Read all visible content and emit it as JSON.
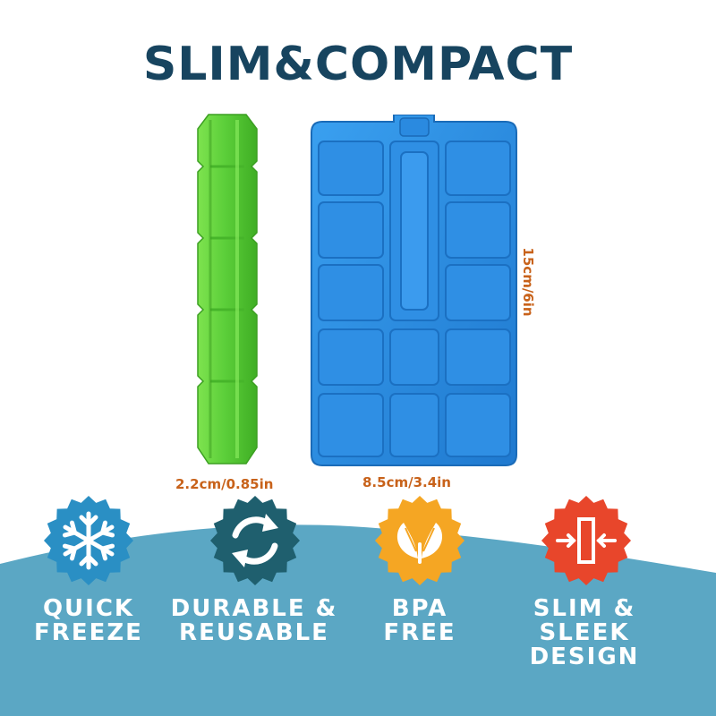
{
  "title": "SLIM&COMPACT",
  "dimensions": {
    "thickness": "2.2cm/0.85in",
    "width": "8.5cm/3.4in",
    "height": "15cm/6in"
  },
  "features": [
    {
      "icon": "snowflake-icon",
      "color": "#2a8fc4",
      "line1": "QUICK",
      "line2": "FREEZE"
    },
    {
      "icon": "recycle-arrows-icon",
      "color": "#1f5f6e",
      "line1": "DURABLE &",
      "line2": "REUSABLE"
    },
    {
      "icon": "leaf-icon",
      "color": "#f5a623",
      "line1": "BPA",
      "line2": "FREE"
    },
    {
      "icon": "compress-arrows-icon",
      "color": "#e8462b",
      "line1": "SLIM & SLEEK",
      "line2": "DESIGN"
    }
  ],
  "colors": {
    "title": "#17445f",
    "dimension_text": "#c8621a",
    "wave": "#5ba7c4",
    "green_pack": "#5ccf3a",
    "blue_pack": "#2e8ee0"
  }
}
